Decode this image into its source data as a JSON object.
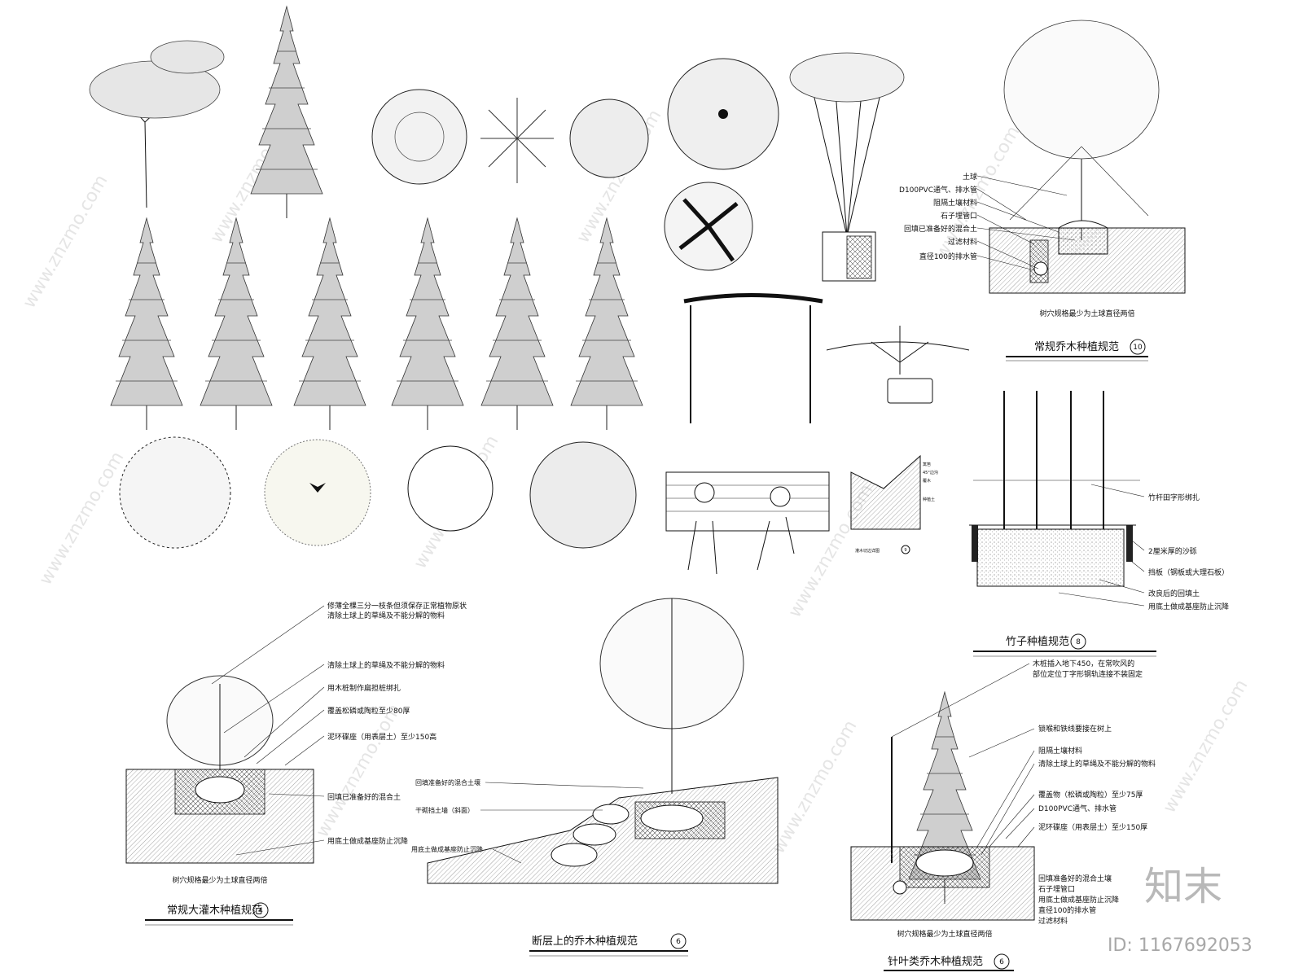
{
  "section10": {
    "labels": [
      "土球",
      "D100PVC通气、排水管",
      "阻隔土壤材料",
      "石子埋管口",
      "回填已准备好的混合土",
      "过滤材料",
      "直径100的排水管"
    ],
    "note": "树穴规格最少为土球直径两倍",
    "title": "常规乔木种植规范",
    "number": "10"
  },
  "section9": {
    "labels": [
      "篱笆",
      "45°边沟",
      "覆木",
      "种植土"
    ],
    "title": "灌木切边详图",
    "number": "9"
  },
  "section8": {
    "labels": [
      "竹杆田字形绑扎",
      "2厘米厚的沙砾",
      "挡板（钢板或大理石板）",
      "改良后的回填土",
      "用底土做成基座防止沉降"
    ],
    "title": "竹子种植规范",
    "number": "8"
  },
  "section4": {
    "labels": [
      "修薄全棵三分一枝条但须保存正常植物原状",
      "清除土球上的草绳及不能分解的物料",
      "清除土球上的草绳及不能分解的物料",
      "用木桩制作扁担桩绑扎",
      "覆盖松磷或陶粒至少80厚",
      "泥环碟座（用表层土）至少150高",
      "回填已准备好的混合土",
      "用底土做成基座防止沉降"
    ],
    "note": "树穴规格最少为土球直径两倍",
    "title": "常规大灌木种植规范",
    "number": "4"
  },
  "section6a": {
    "labels": [
      "回填准备好的混合土壤",
      "干砌挡土墙（斜面）",
      "用底土做成基座防止沉降"
    ],
    "title": "断层上的乔木种植规范",
    "number": "6"
  },
  "section6b": {
    "labels": [
      "木桩插入地下450，在常吹风的",
      "部位定位丁字形钢轨连接不装固定",
      "锁喉和铁线要接在树上",
      "阻隔土壤材料",
      "清除土球上的草绳及不能分解的物料",
      "覆盖物（松磷或陶粒）至少75厚",
      "D100PVC通气、排水管",
      "泥环碟座（用表层土）至少150厚",
      "回填准备好的混合土壤",
      "石子埋管口",
      "用底土做成基座防止沉降",
      "直径100的排水管",
      "过滤材料"
    ],
    "note": "树穴规格最少为土球直径两倍",
    "title": "针叶类乔木种植规范",
    "number": "6"
  },
  "watermark": {
    "text": "www.znzmo.com",
    "brand": "知末",
    "id": "ID: 1167692053"
  }
}
